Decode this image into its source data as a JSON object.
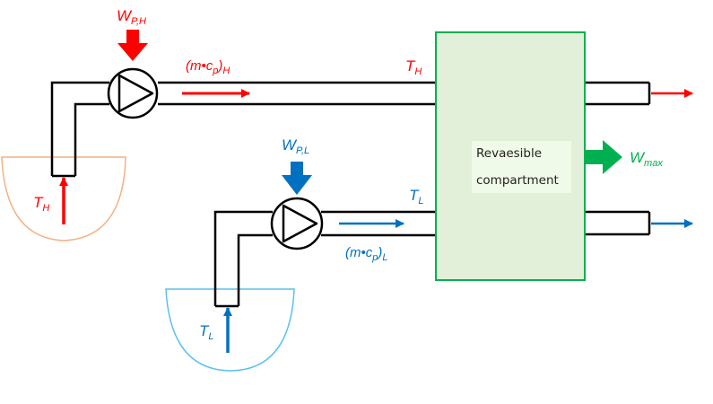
{
  "colors": {
    "hot": "#ff0000",
    "cold": "#0070c0",
    "green": "#00b050",
    "box_fill": "#e2f0d9",
    "box_label_bg": "#f0fae8",
    "hot_tank": "#f4b183",
    "cold_tank": "#5bc0eb",
    "pipe": "#000000"
  },
  "hot_circuit": {
    "pump_work": {
      "main": "W",
      "sub": "P,H"
    },
    "flow_label": {
      "pre": "(m•c",
      "sub": "p",
      "post": ")",
      "post_sub": "H"
    },
    "pipe_temp": {
      "main": "T",
      "sub": "H"
    },
    "tank_temp": {
      "main": "T",
      "sub": "H"
    }
  },
  "cold_circuit": {
    "pump_work": {
      "main": "W",
      "sub": "P,L"
    },
    "flow_label": {
      "pre": "(m•c",
      "sub": "p",
      "post": ")",
      "post_sub": "L"
    },
    "pipe_temp": {
      "main": "T",
      "sub": "L"
    },
    "tank_temp": {
      "main": "T",
      "sub": "L"
    }
  },
  "compartment": {
    "line1": "Revaesible",
    "line2": "compartment"
  },
  "output_work": {
    "main": "W",
    "sub": "max"
  }
}
